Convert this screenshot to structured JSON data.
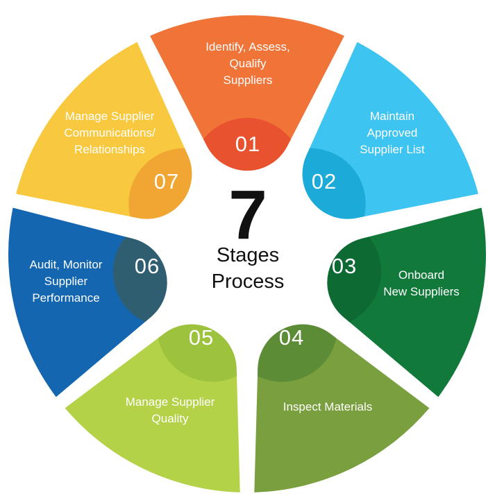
{
  "center": {
    "number": "7",
    "line1": "Stages",
    "line2": "Process"
  },
  "stages": [
    {
      "number": "01",
      "lines": [
        "Identify, Assess,",
        "Qualify",
        "Suppliers"
      ],
      "color": "#F07438",
      "dark": "#E9522E"
    },
    {
      "number": "02",
      "lines": [
        "Maintain",
        "Approved",
        "Supplier List"
      ],
      "color": "#3DC4F0",
      "dark": "#1CAAD8"
    },
    {
      "number": "03",
      "lines": [
        "Onboard",
        "New Suppliers"
      ],
      "color": "#117A3B",
      "dark": "#0D6A33"
    },
    {
      "number": "04",
      "lines": [
        "Inspect Materials"
      ],
      "color": "#7A9F3E",
      "dark": "#5D8C37"
    },
    {
      "number": "05",
      "lines": [
        "Manage Supplier",
        "Quality"
      ],
      "color": "#B3D248",
      "dark": "#9CC23E"
    },
    {
      "number": "06",
      "lines": [
        "Audit, Monitor",
        "Supplier",
        "Performance"
      ],
      "color": "#1466B1",
      "dark": "#2F5E70"
    },
    {
      "number": "07",
      "lines": [
        "Manage Supplier",
        "Communications/",
        "Relationships"
      ],
      "color": "#F8C83E",
      "dark": "#F1A633"
    }
  ]
}
